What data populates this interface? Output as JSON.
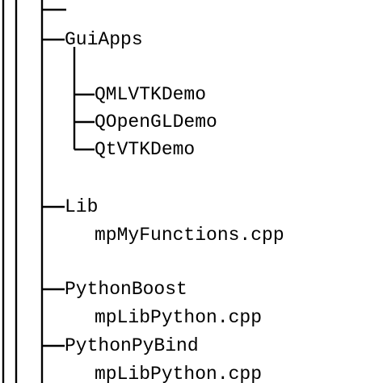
{
  "tree": {
    "line_color": "#000000",
    "text_color": "#000000",
    "nodes": {
      "gui_apps": "GuiApps",
      "qml_vtk_demo": "QMLVTKDemo",
      "q_opengl_demo": "QOpenGLDemo",
      "qt_vtk_demo": "QtVTKDemo",
      "lib": "Lib",
      "lib_file": "mpMyFunctions.cpp",
      "python_boost": "PythonBoost",
      "python_boost_file": "mpLibPython.cpp",
      "python_pybind": "PythonPyBind",
      "python_pybind_file": "mpLibPython.cpp"
    }
  }
}
